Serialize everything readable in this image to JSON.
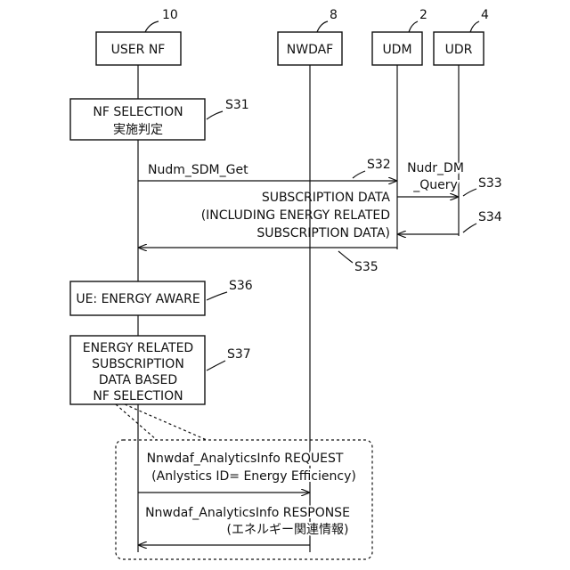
{
  "entities": [
    {
      "id": "user_nf",
      "label": "USER NF",
      "ref": "10"
    },
    {
      "id": "nwdaf",
      "label": "NWDAF",
      "ref": "8"
    },
    {
      "id": "udm",
      "label": "UDM",
      "ref": "2"
    },
    {
      "id": "udr",
      "label": "UDR",
      "ref": "4"
    }
  ],
  "boxes": [
    {
      "id": "s31",
      "lines": [
        "NF SELECTION",
        "実施判定"
      ],
      "step": "S31"
    },
    {
      "id": "s36",
      "lines": [
        "UE: ENERGY AWARE"
      ],
      "step": "S36"
    },
    {
      "id": "s37",
      "lines": [
        "ENERGY RELATED",
        "SUBSCRIPTION",
        "DATA BASED",
        "NF SELECTION"
      ],
      "step": "S37"
    }
  ],
  "messages": [
    {
      "id": "s32",
      "lines": [
        "Nudm_SDM_Get"
      ],
      "step": "S32"
    },
    {
      "id": "s33",
      "lines": [
        "Nudr_DM",
        "_Query"
      ],
      "step": "S33"
    },
    {
      "id": "s34",
      "lines": [
        "SUBSCRIPTION DATA",
        "(INCLUDING ENERGY RELATED",
        "SUBSCRIPTION DATA)"
      ],
      "step": "S34"
    },
    {
      "id": "s35",
      "lines": [],
      "step": "S35"
    },
    {
      "id": "req",
      "lines": [
        "Nnwdaf_AnalyticsInfo REQUEST",
        "(Anlystics ID= Energy Efficiency)"
      ]
    },
    {
      "id": "resp",
      "lines": [
        "Nnwdaf_AnalyticsInfo RESPONSE",
        "(エネルギー関連情報)"
      ]
    }
  ]
}
